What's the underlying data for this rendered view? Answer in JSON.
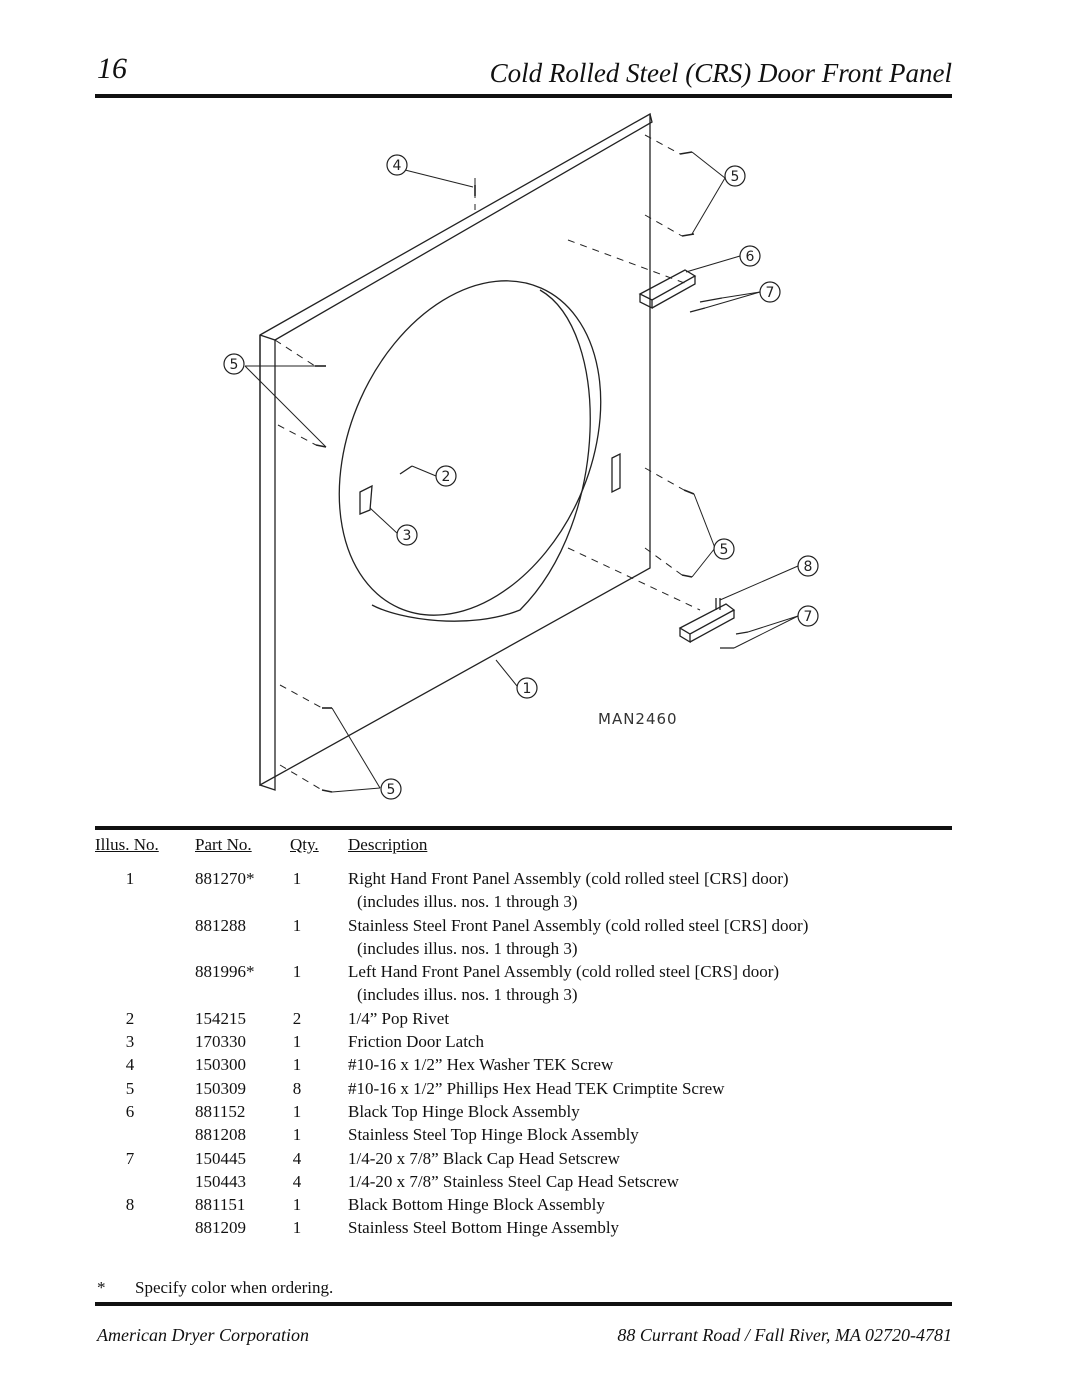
{
  "header": {
    "page_number": "16",
    "title": "Cold Rolled Steel (CRS) Door Front Panel"
  },
  "diagram": {
    "drawing_id": "MAN2460",
    "callouts": [
      "4",
      "5",
      "6",
      "7",
      "5",
      "2",
      "3",
      "5",
      "8",
      "7",
      "1",
      "5"
    ]
  },
  "table": {
    "headers": {
      "illus": "Illus. No.",
      "part": "Part No.",
      "qty": "Qty.",
      "desc": "Description"
    },
    "rows": [
      {
        "illus": "1",
        "part": "881270*",
        "qty": "1",
        "desc": "Right Hand Front Panel Assembly (cold rolled steel [CRS] door)"
      },
      {
        "illus": "",
        "part": "",
        "qty": "",
        "desc": "(includes illus. nos. 1 through 3)",
        "indent": true
      },
      {
        "illus": "",
        "part": "881288",
        "qty": "1",
        "desc": "Stainless Steel Front Panel Assembly (cold rolled steel [CRS] door)"
      },
      {
        "illus": "",
        "part": "",
        "qty": "",
        "desc": "(includes illus. nos. 1 through 3)",
        "indent": true
      },
      {
        "illus": "",
        "part": "881996*",
        "qty": "1",
        "desc": "Left Hand Front Panel Assembly (cold rolled steel [CRS] door)"
      },
      {
        "illus": "",
        "part": "",
        "qty": "",
        "desc": "(includes illus. nos. 1 through 3)",
        "indent": true
      },
      {
        "illus": "2",
        "part": "154215",
        "qty": "2",
        "desc": "1/4” Pop Rivet"
      },
      {
        "illus": "3",
        "part": "170330",
        "qty": "1",
        "desc": "Friction Door Latch"
      },
      {
        "illus": "4",
        "part": "150300",
        "qty": "1",
        "desc": "#10-16 x 1/2” Hex Washer TEK Screw"
      },
      {
        "illus": "5",
        "part": "150309",
        "qty": "8",
        "desc": "#10-16 x 1/2” Phillips Hex Head TEK Crimptite Screw"
      },
      {
        "illus": "6",
        "part": "881152",
        "qty": "1",
        "desc": "Black Top Hinge Block Assembly"
      },
      {
        "illus": "",
        "part": "881208",
        "qty": "1",
        "desc": "Stainless Steel Top Hinge Block Assembly"
      },
      {
        "illus": "7",
        "part": "150445",
        "qty": "4",
        "desc": "1/4-20 x 7/8” Black Cap Head Setscrew"
      },
      {
        "illus": "",
        "part": "150443",
        "qty": "4",
        "desc": "1/4-20 x 7/8” Stainless Steel Cap Head Setscrew"
      },
      {
        "illus": "8",
        "part": "881151",
        "qty": "1",
        "desc": "Black Bottom Hinge Block Assembly"
      },
      {
        "illus": "",
        "part": "881209",
        "qty": "1",
        "desc": "Stainless Steel Bottom Hinge Assembly"
      }
    ]
  },
  "footnote": {
    "symbol": "*",
    "text": "Specify color when ordering."
  },
  "footer": {
    "company": "American Dryer Corporation",
    "address": "88 Currant Road / Fall River, MA 02720-4781"
  }
}
